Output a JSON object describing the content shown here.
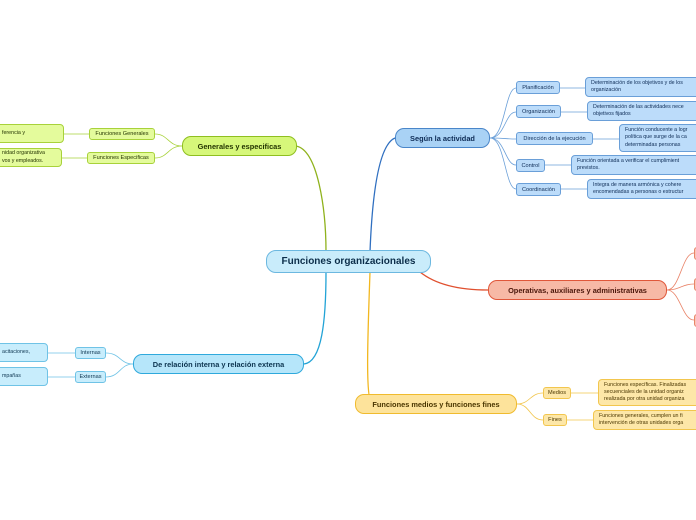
{
  "central": {
    "label": "Funciones organizacionales"
  },
  "branches": {
    "segun": {
      "label": "Según la actividad",
      "children": [
        {
          "label": "Planificación",
          "detail": [
            "Determinación de los objetivos y de los",
            "organización"
          ]
        },
        {
          "label": "Organización",
          "detail": [
            "Determinación de las actividades nece",
            "objetivos fijados"
          ]
        },
        {
          "label": "Dirección de la ejecución",
          "detail": [
            "Función conducente a logr",
            "política que surge de la ca",
            "determinadas personas"
          ]
        },
        {
          "label": "Control",
          "detail": [
            "Función orientada a verificar el cumplimient",
            "previstos."
          ]
        },
        {
          "label": "Coordinación",
          "detail": [
            "Integra de manera armónica y cohere",
            "encomendadas a personas o estructur"
          ]
        }
      ]
    },
    "generales": {
      "label": "Generales y especificas",
      "children": [
        {
          "label": "Funciones Generales",
          "detail": [
            "ferencia y",
            ""
          ]
        },
        {
          "label": "Funciones Especificas",
          "detail": [
            "nidad organizativa",
            "vos y empleados."
          ]
        }
      ]
    },
    "relacion": {
      "label": "De relación interna y relación externa",
      "children": [
        {
          "label": "Internas",
          "detail": [
            "acitaciones,",
            ""
          ]
        },
        {
          "label": "Externas",
          "detail": [
            "mpañas",
            ""
          ]
        }
      ]
    },
    "operativas": {
      "label": "Operativas, auxiliares y administrativas"
    },
    "medios": {
      "label": "Funciones medios y funciones fines",
      "children": [
        {
          "label": "Medios",
          "detail": [
            "Funciones específicas. Finalizadas",
            "secuenciales de la unidad organiz",
            "realizada por otra unidad organiza"
          ]
        },
        {
          "label": "Fines",
          "detail": [
            "Funciones generales, cumplen un fi",
            "intervención de otras unidades orga"
          ]
        }
      ]
    }
  },
  "colors": {
    "blue": "#2f6fc0",
    "green": "#8fb21c",
    "cyan": "#22a3d6",
    "orange": "#e0502f",
    "yellow": "#f2b71f"
  }
}
